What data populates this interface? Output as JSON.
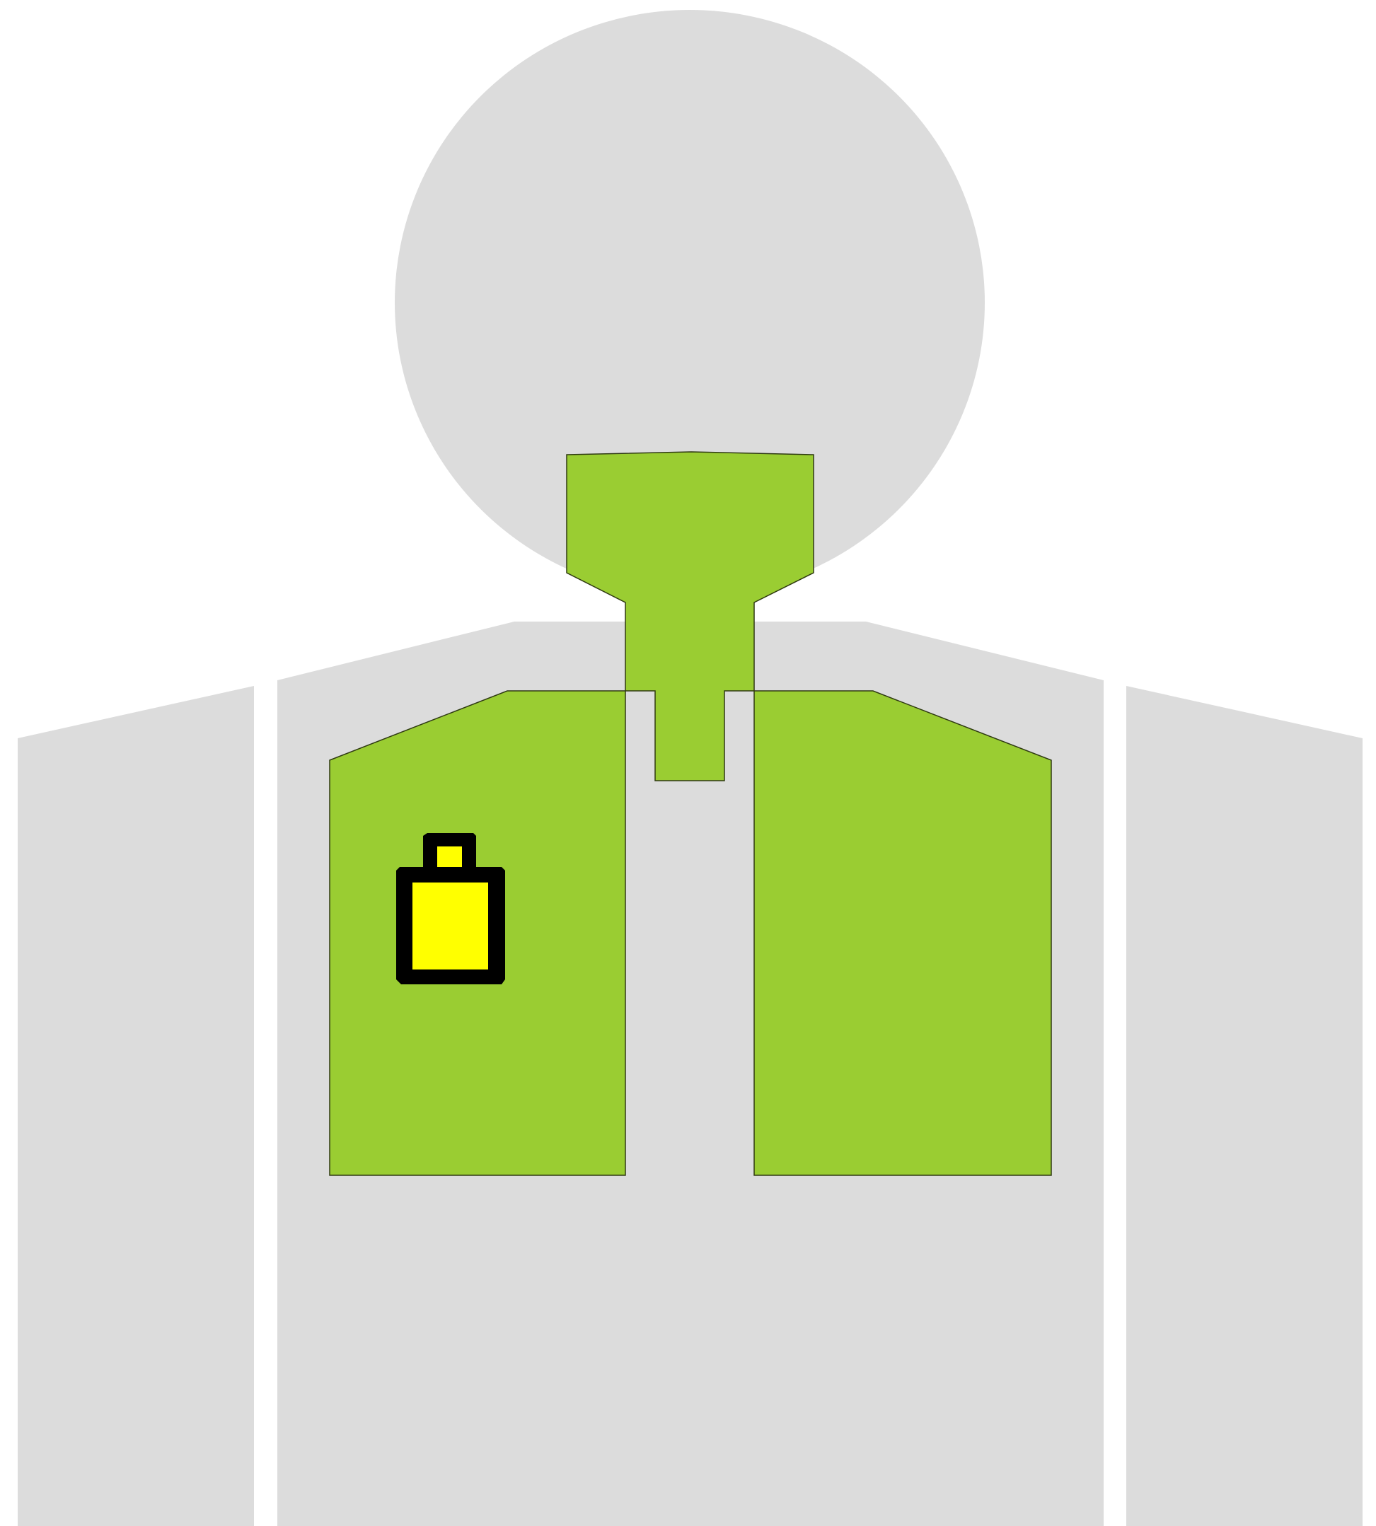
{
  "diagram": {
    "type": "body-placement-diagram",
    "view": "front",
    "colors": {
      "background": "#ffffff",
      "body_silhouette": "#dcdcdc",
      "placement_zone": "#9acd32",
      "zone_outline": "#2f3a12",
      "marker_fill": "#ffff00",
      "marker_outline": "#000000"
    },
    "regions": [
      {
        "name": "head",
        "highlighted": false
      },
      {
        "name": "neck-throat",
        "highlighted": true
      },
      {
        "name": "sternum-notch",
        "highlighted": true
      },
      {
        "name": "left-chest",
        "highlighted": true
      },
      {
        "name": "right-chest",
        "highlighted": true
      },
      {
        "name": "torso",
        "highlighted": false
      },
      {
        "name": "left-arm",
        "highlighted": false
      },
      {
        "name": "right-arm",
        "highlighted": false
      }
    ],
    "marker": {
      "icon": "device-icon",
      "placed_on": "left-chest"
    }
  }
}
